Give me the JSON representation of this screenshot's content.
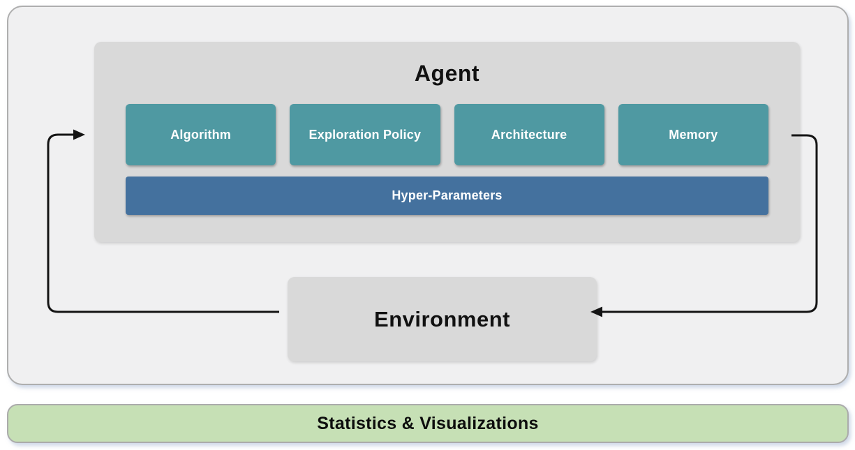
{
  "agent": {
    "title": "Agent",
    "modules": [
      {
        "label": "Algorithm"
      },
      {
        "label": "Exploration Policy"
      },
      {
        "label": "Architecture"
      },
      {
        "label": "Memory"
      }
    ],
    "hyper_parameters": "Hyper-Parameters"
  },
  "environment": {
    "label": "Environment"
  },
  "footer": {
    "label": "Statistics & Visualizations"
  },
  "colors": {
    "module_teal": "#4F99A2",
    "hyper_blue": "#44719E",
    "box_gray": "#D9D9D9",
    "panel_gray": "#F0F0F1",
    "footer_green": "#C6E0B5",
    "arrow_black": "#141414"
  }
}
